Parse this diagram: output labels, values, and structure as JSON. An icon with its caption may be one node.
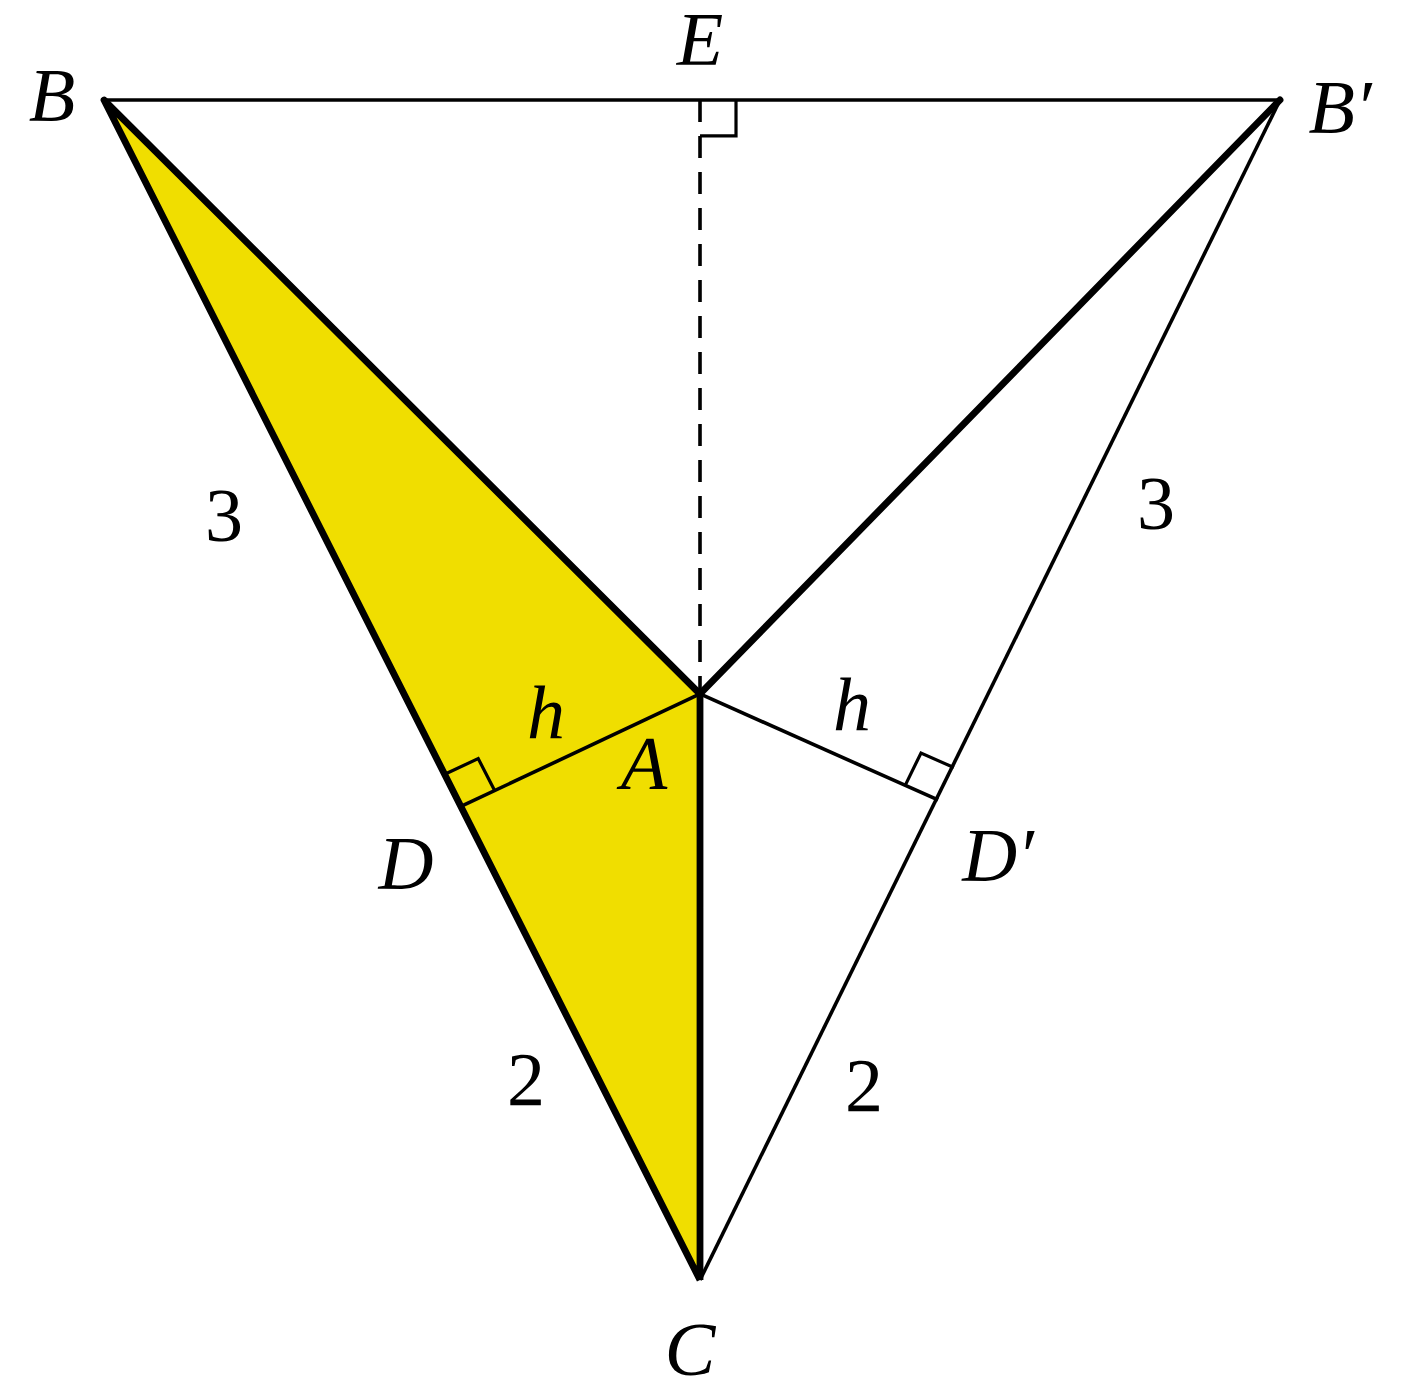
{
  "diagram": {
    "labels": [
      "B",
      "E",
      "B′",
      "3",
      "3",
      "h",
      "h",
      "A",
      "D",
      "D′",
      "2",
      "2",
      "C"
    ]
  }
}
